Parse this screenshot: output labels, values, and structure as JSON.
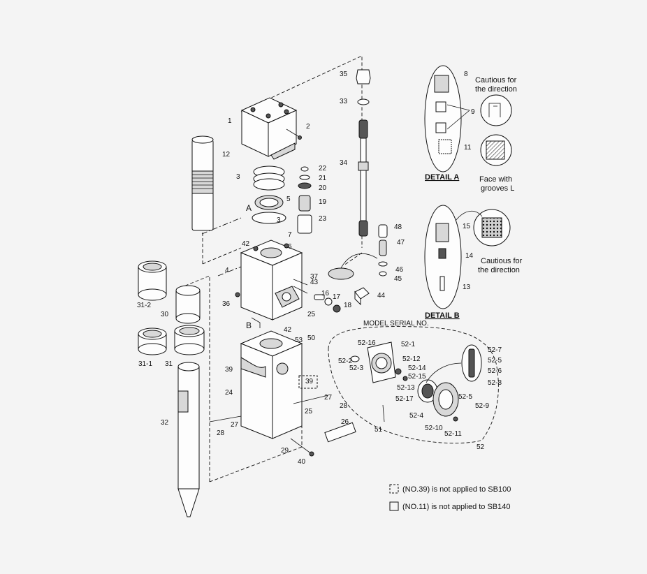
{
  "detail_a": {
    "caption": "DETAIL A",
    "note_direction": [
      "Cautious for",
      "the direction"
    ],
    "note_face": [
      "Face with",
      "grooves L"
    ],
    "labels": [
      "8",
      "9",
      "11"
    ]
  },
  "detail_b": {
    "caption": "DETAIL B",
    "note_direction": [
      "Cautious for",
      "the direction"
    ],
    "labels": [
      "15",
      "14",
      "13"
    ]
  },
  "model_serial_label": "MODEL SERIAL NO.",
  "view_markers": [
    "A",
    "B"
  ],
  "legend": [
    {
      "text": "(NO.39) is not applied to SB100",
      "box": "dashed"
    },
    {
      "text": "(NO.11) is not applied to SB140",
      "box": "solid"
    }
  ],
  "part_labels": [
    "1",
    "2",
    "3",
    "3",
    "4",
    "5",
    "6",
    "7",
    "12",
    "17",
    "18",
    "19",
    "20",
    "21",
    "22",
    "23",
    "24",
    "25",
    "25",
    "26",
    "27",
    "27",
    "28",
    "28",
    "29",
    "30",
    "31",
    "31-1",
    "31-2",
    "32",
    "33",
    "34",
    "35",
    "36",
    "37",
    "39",
    "39",
    "40",
    "42",
    "42",
    "43",
    "44",
    "45",
    "46",
    "47",
    "48",
    "50",
    "51",
    "52",
    "52-1",
    "52-2",
    "52-3",
    "52-4",
    "52-5",
    "52-5",
    "52-6",
    "52-7",
    "52-8",
    "52-9",
    "52-10",
    "52-11",
    "52-12",
    "52-13",
    "52-14",
    "52-15",
    "52-16",
    "52-17",
    "53",
    "16"
  ]
}
